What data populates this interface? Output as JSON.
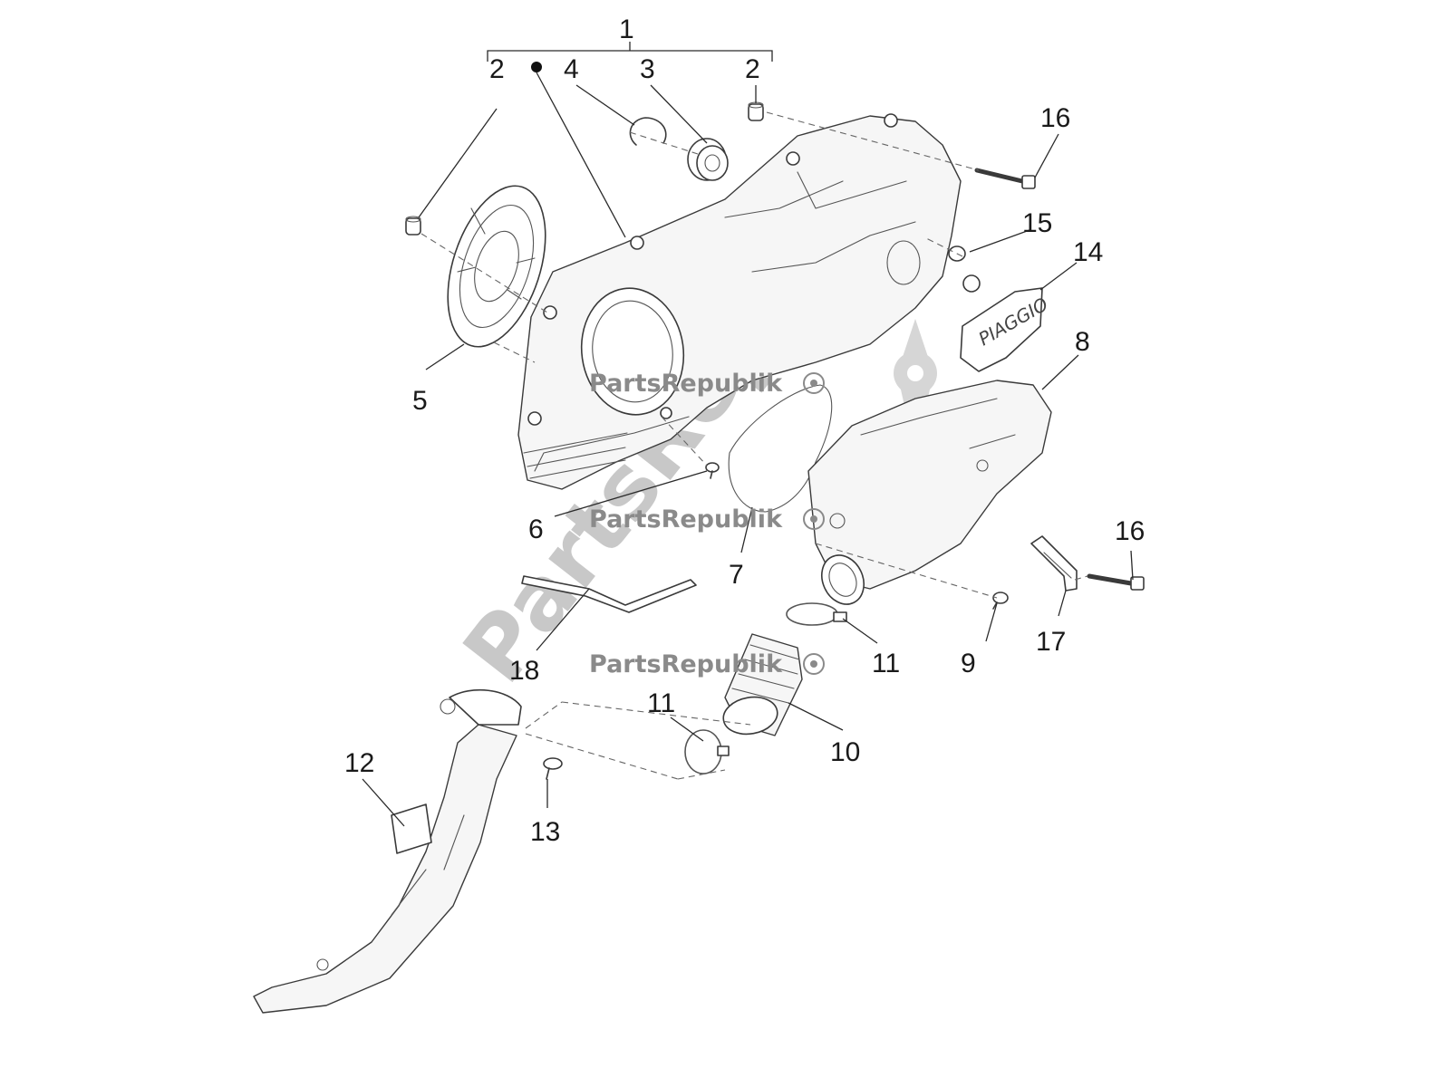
{
  "callouts": {
    "c1": "1",
    "c2a": "2",
    "c2b": "2",
    "c3": "3",
    "c4": "4",
    "c5": "5",
    "c6": "6",
    "c7": "7",
    "c8": "8",
    "c9": "9",
    "c10": "10",
    "c11a": "11",
    "c11b": "11",
    "c12": "12",
    "c13": "13",
    "c14": "14",
    "c15": "15",
    "c16a": "16",
    "c16b": "16",
    "c17": "17",
    "c18": "18"
  },
  "watermark": {
    "small_1": "PartsRepublik",
    "small_2": "PartsRepublik",
    "small_3": "PartsRepublik",
    "large": "PartsRepublik"
  },
  "brand_plate_text": "PIAGGIO",
  "colors": {
    "line": "#3a3a3a",
    "watermark": "#8a8a8a",
    "background": "#ffffff"
  }
}
